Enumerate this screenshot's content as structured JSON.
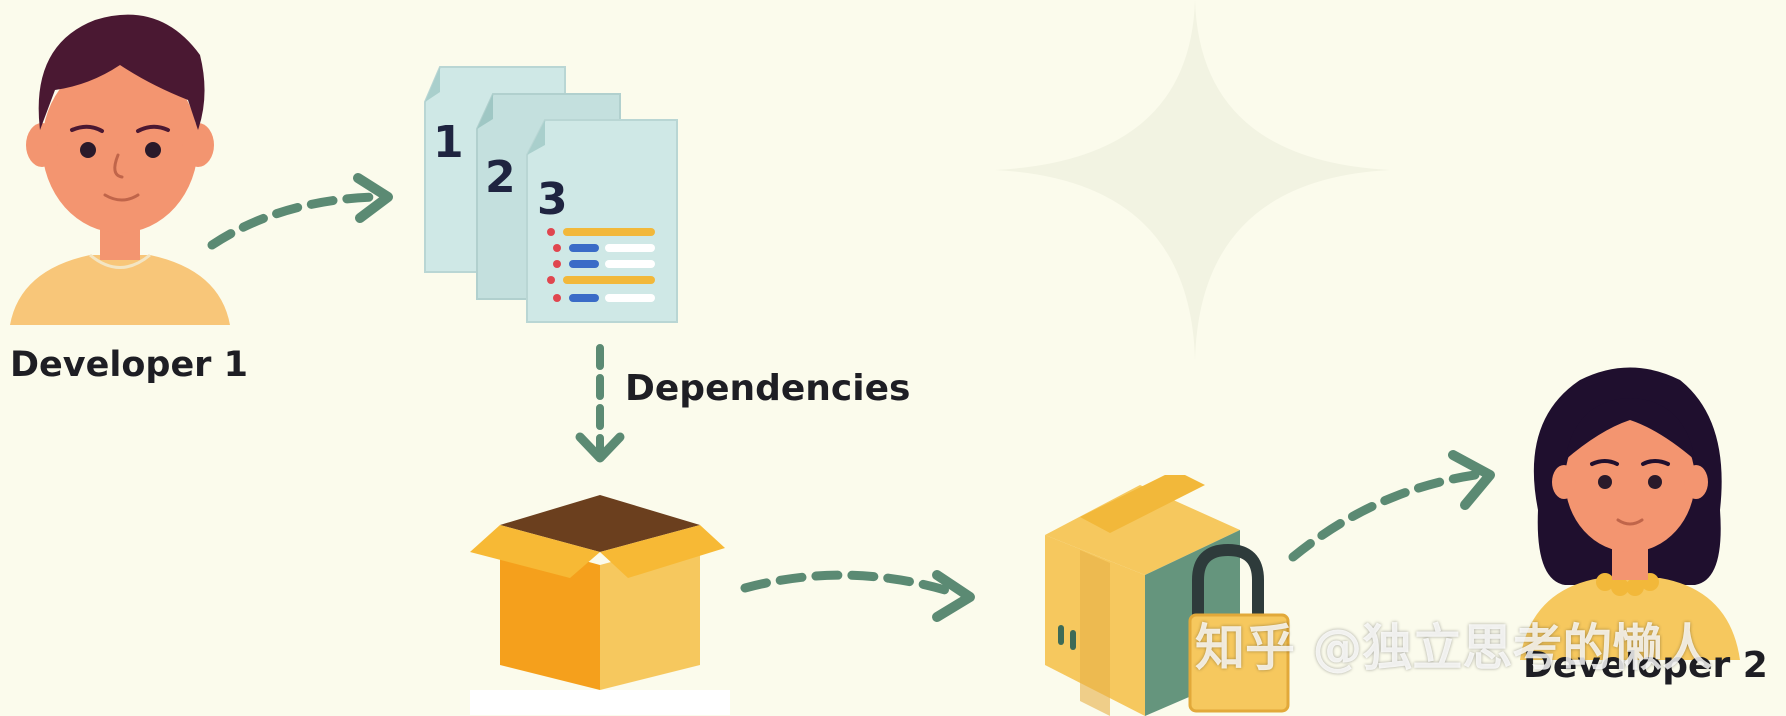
{
  "labels": {
    "developer1": "Developer 1",
    "dependencies": "Dependencies",
    "developer2": "Developer 2"
  },
  "documents": {
    "numbers": [
      "1",
      "2",
      "3"
    ]
  },
  "watermark": "知乎 @独立思考的懒人",
  "colors": {
    "background": "#fbfbec",
    "arrow": "#5b8a73",
    "skin": "#f39570",
    "hair": "#4a1832",
    "shirt": "#f8c679",
    "box_orange": "#f5a01c",
    "box_yellow": "#f6c85e",
    "box_green": "#65957d",
    "paper": "#cfe8e6"
  }
}
